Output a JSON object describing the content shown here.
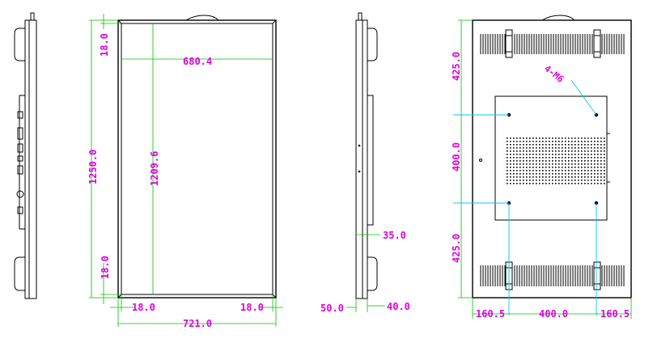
{
  "colors": {
    "line": "#000000",
    "dimension_text": "#e000e0",
    "dimension_line": "#00c000",
    "guide_line": "#00c8ff"
  },
  "front_view": {
    "top_margin": "18.0",
    "inner_width": "680.4",
    "overall_height": "1250.0",
    "inner_height": "1209.6",
    "bottom_margin": "18.0",
    "left_bezel": "18.0",
    "right_bezel": "18.0",
    "overall_width": "721.0"
  },
  "side_view": {
    "depth_a": "35.0",
    "depth_b": "50.0",
    "depth_c": "40.0"
  },
  "rear_view": {
    "screw_label": "4-M6",
    "top_offset": "425.0",
    "vesa_vertical": "400.0",
    "bottom_offset": "425.0",
    "left_offset": "160.5",
    "vesa_horizontal": "400.0",
    "right_offset": "160.5"
  }
}
